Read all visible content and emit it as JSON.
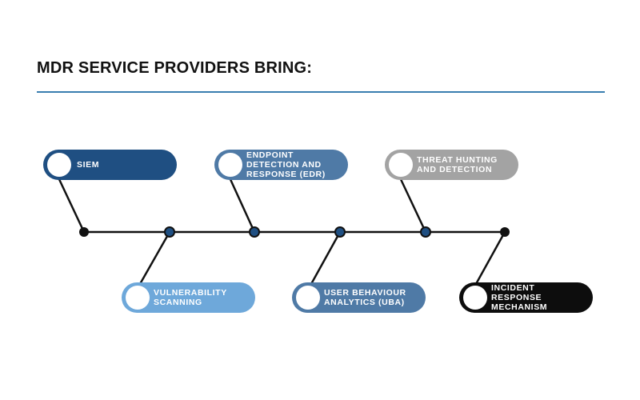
{
  "title": "MDR SERVICE PROVIDERS BRING:",
  "colors": {
    "rule": "#3a7eb0",
    "line": "#111111",
    "dark_blue": "#1f4f82",
    "steel_blue": "#4f7aa6",
    "light_blue": "#6ea8da",
    "grey": "#a3a3a3",
    "black": "#0d0d0d"
  },
  "items": [
    {
      "label": "SIEM",
      "icon": "circle-icon"
    },
    {
      "label": "ENDPOINT\nDETECTION AND\nRESPONSE (EDR)",
      "icon": "circle-icon"
    },
    {
      "label": "THREAT HUNTING\nAND DETECTION",
      "icon": "circle-icon"
    },
    {
      "label": "VULNERABILITY\nSCANNING",
      "icon": "circle-icon"
    },
    {
      "label": "USER BEHAVIOUR\nANALYTICS (UBA)",
      "icon": "circle-icon"
    },
    {
      "label": "INCIDENT\nRESPONSE\nMECHANISM",
      "icon": "circle-icon"
    }
  ]
}
